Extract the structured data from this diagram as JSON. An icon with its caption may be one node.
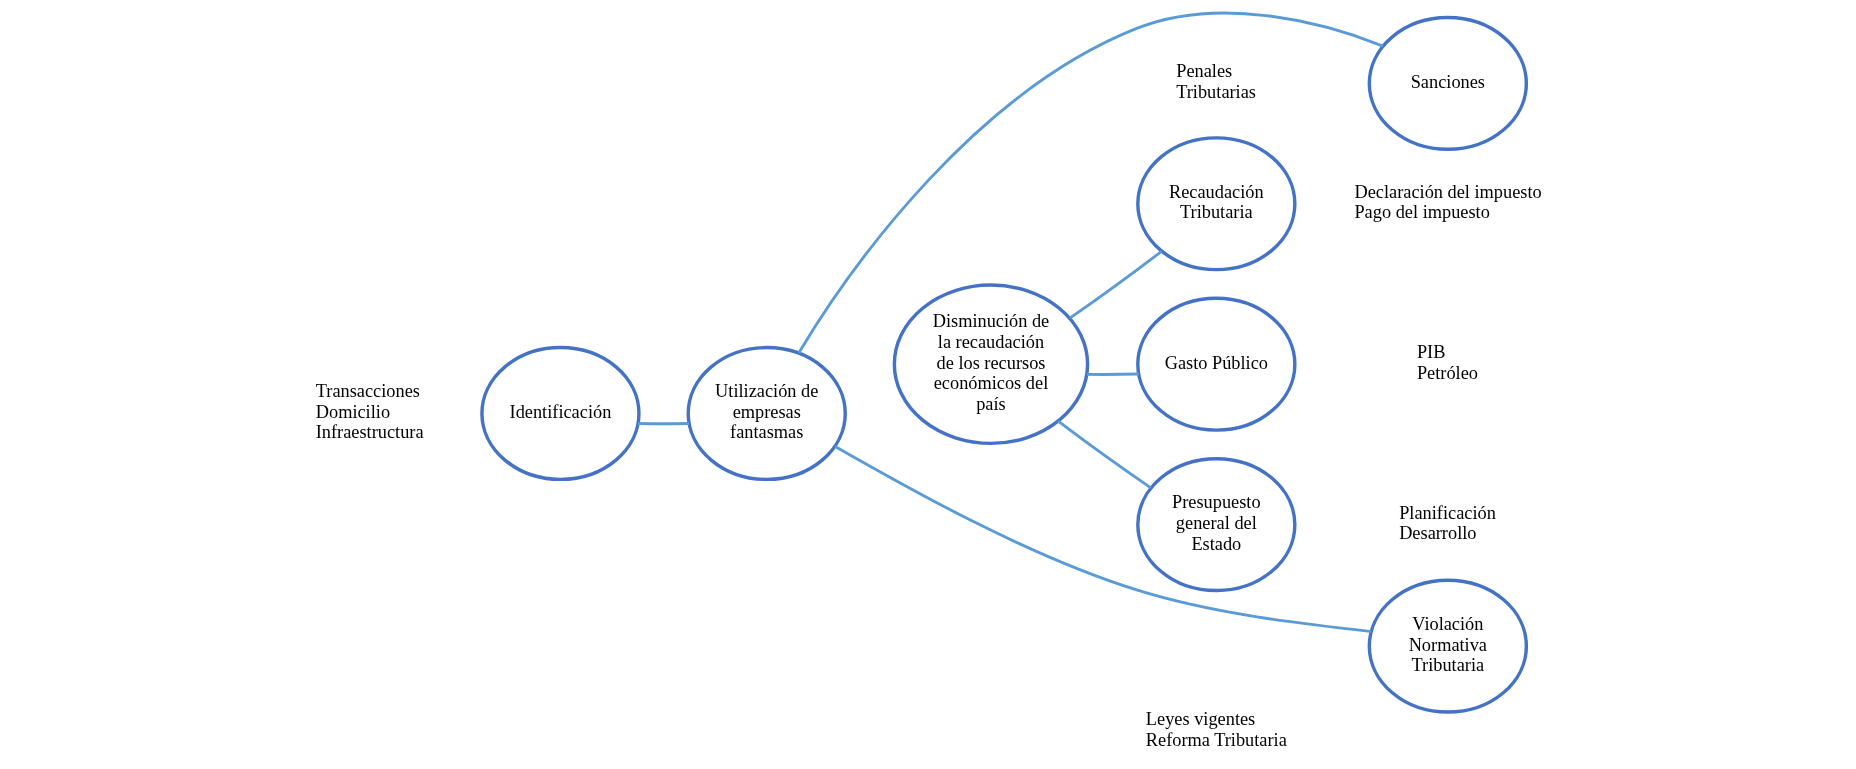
{
  "diagram": {
    "nodes": [
      {
        "text": [
          "Identificación"
        ],
        "beside": [
          "Transacciones",
          "Domicilio",
          "Infraestructura"
        ]
      },
      {
        "text": [
          "Violación Normativa Tributaria"
        ],
        "beside": [
          "Leyes vigentes",
          "Reforma Tributaria"
        ]
      },
      {
        "text": [
          "Sanciones"
        ],
        "beside": [
          "Penales",
          "Tributarias"
        ]
      },
      {
        "text": [
          "Utilización de empresas fantasmas"
        ]
      },
      {
        "text": [
          "Disminución de la recaudación de los recursos económicos del país"
        ]
      },
      {
        "text": [
          "Recaudación Tributaria"
        ],
        "beside": [
          "Declaración del impuesto",
          "Pago del impuesto"
        ]
      },
      {
        "text": [
          "Gasto Público"
        ],
        "beside": [
          "PIB",
          "Petróleo"
        ]
      },
      {
        "text": [
          "Presupuesto general del Estado"
        ],
        "beside": [
          "Planificación",
          "Desarrollo"
        ]
      }
    ],
    "edges": [
      {
        "from": 0,
        "to": 3,
        "arrow": "none"
      },
      {
        "from": 1,
        "to": 3,
        "arrow": "none"
      },
      {
        "from": 2,
        "to": 3,
        "arrow": "none"
      },
      {
        "from": 4,
        "to": 5,
        "arrow": "none"
      },
      {
        "from": 4,
        "to": 6,
        "arrow": "none"
      },
      {
        "from": 4,
        "to": 7,
        "arrow": "none"
      }
    ]
  }
}
